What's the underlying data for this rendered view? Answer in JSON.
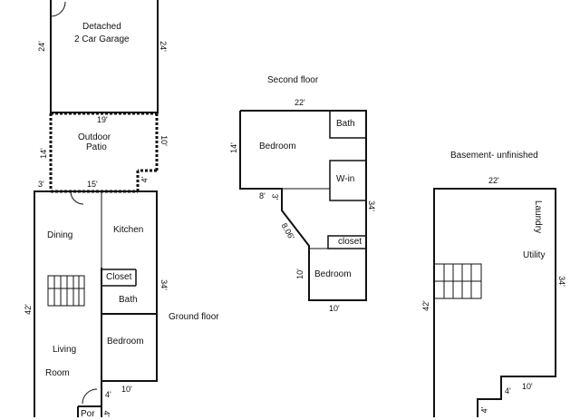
{
  "garage": {
    "title_line1": "Detached",
    "title_line2": "2 Car Garage",
    "dim_left": "24'",
    "dim_right": "24'"
  },
  "patio": {
    "title_line1": "Outdoor",
    "title_line2": "Patio",
    "dim_top": "19'",
    "dim_left": "14'",
    "dim_right": "10'",
    "dim_bottom_small": "3'",
    "dim_bottom": "15'",
    "dim_step": "4'"
  },
  "ground_floor": {
    "title": "Ground floor",
    "rooms": {
      "dining": "Dining",
      "kitchen": "Kitchen",
      "closet": "Closet",
      "bath": "Bath",
      "bedroom": "Bedroom",
      "living": "Living",
      "room": "Room",
      "porch": "Por"
    },
    "dim_left": "42'",
    "dim_right": "34'",
    "dim_bottom": "10'",
    "dim_step": "4'",
    "dim_porch": "4'"
  },
  "second_floor": {
    "title": "Second floor",
    "rooms": {
      "bedroom_top": "Bedroom",
      "bath": "Bath",
      "walkin": "W-in",
      "closet": "closet",
      "bedroom_bottom": "Bedroom"
    },
    "dim_top": "22'",
    "dim_left": "14'",
    "dim_8": "8'",
    "dim_3": "3'",
    "dim_diag": "8.06'",
    "dim_right": "34'",
    "dim_lower_left": "10'",
    "dim_bottom": "10'"
  },
  "basement": {
    "title": "Basement- unfinished",
    "rooms": {
      "laundry": "Laundry",
      "utility": "Utility"
    },
    "dim_top": "22'",
    "dim_left": "42'",
    "dim_right": "34'",
    "dim_bottom": "10'",
    "dim_step": "4'",
    "dim_step2": "4'"
  }
}
